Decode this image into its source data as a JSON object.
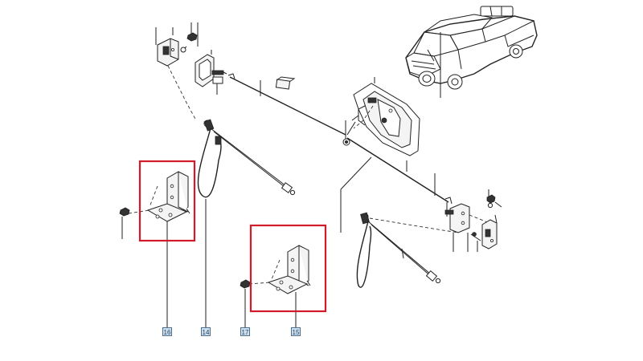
{
  "labels": {
    "l16": "16",
    "l14": "14",
    "l17": "17",
    "l15": "15"
  },
  "highlight_color": "#d11a2a",
  "label_background": "#cfe0ee",
  "icons": [
    "vehicle-pickup-icon",
    "hinge-bracket-icon",
    "cable-icon",
    "bolt-icon",
    "door-lock-icon"
  ]
}
